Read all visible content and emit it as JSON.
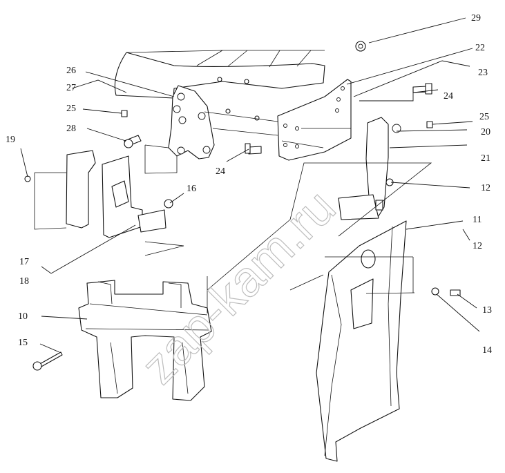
{
  "diagram": {
    "watermark": "zap-kam.ru",
    "callouts": [
      "29",
      "22",
      "23",
      "26",
      "27",
      "24",
      "25",
      "25",
      "20",
      "21",
      "19",
      "28",
      "24",
      "16",
      "12",
      "17",
      "18",
      "11",
      "12",
      "10",
      "13",
      "15",
      "14"
    ]
  }
}
